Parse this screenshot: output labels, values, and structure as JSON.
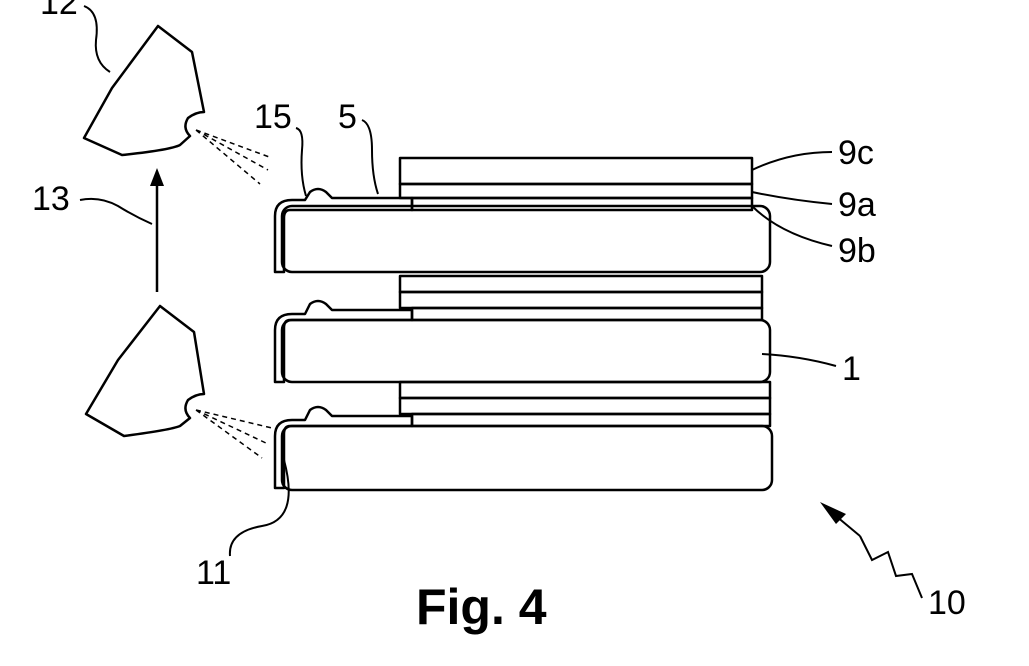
{
  "figure": {
    "caption": "Fig. 4",
    "reference_numerals": {
      "r12": "12",
      "r13": "13",
      "r15": "15",
      "r5": "5",
      "r9c": "9c",
      "r9a": "9a",
      "r9b": "9b",
      "r1": "1",
      "r11": "11",
      "r10": "10"
    }
  }
}
